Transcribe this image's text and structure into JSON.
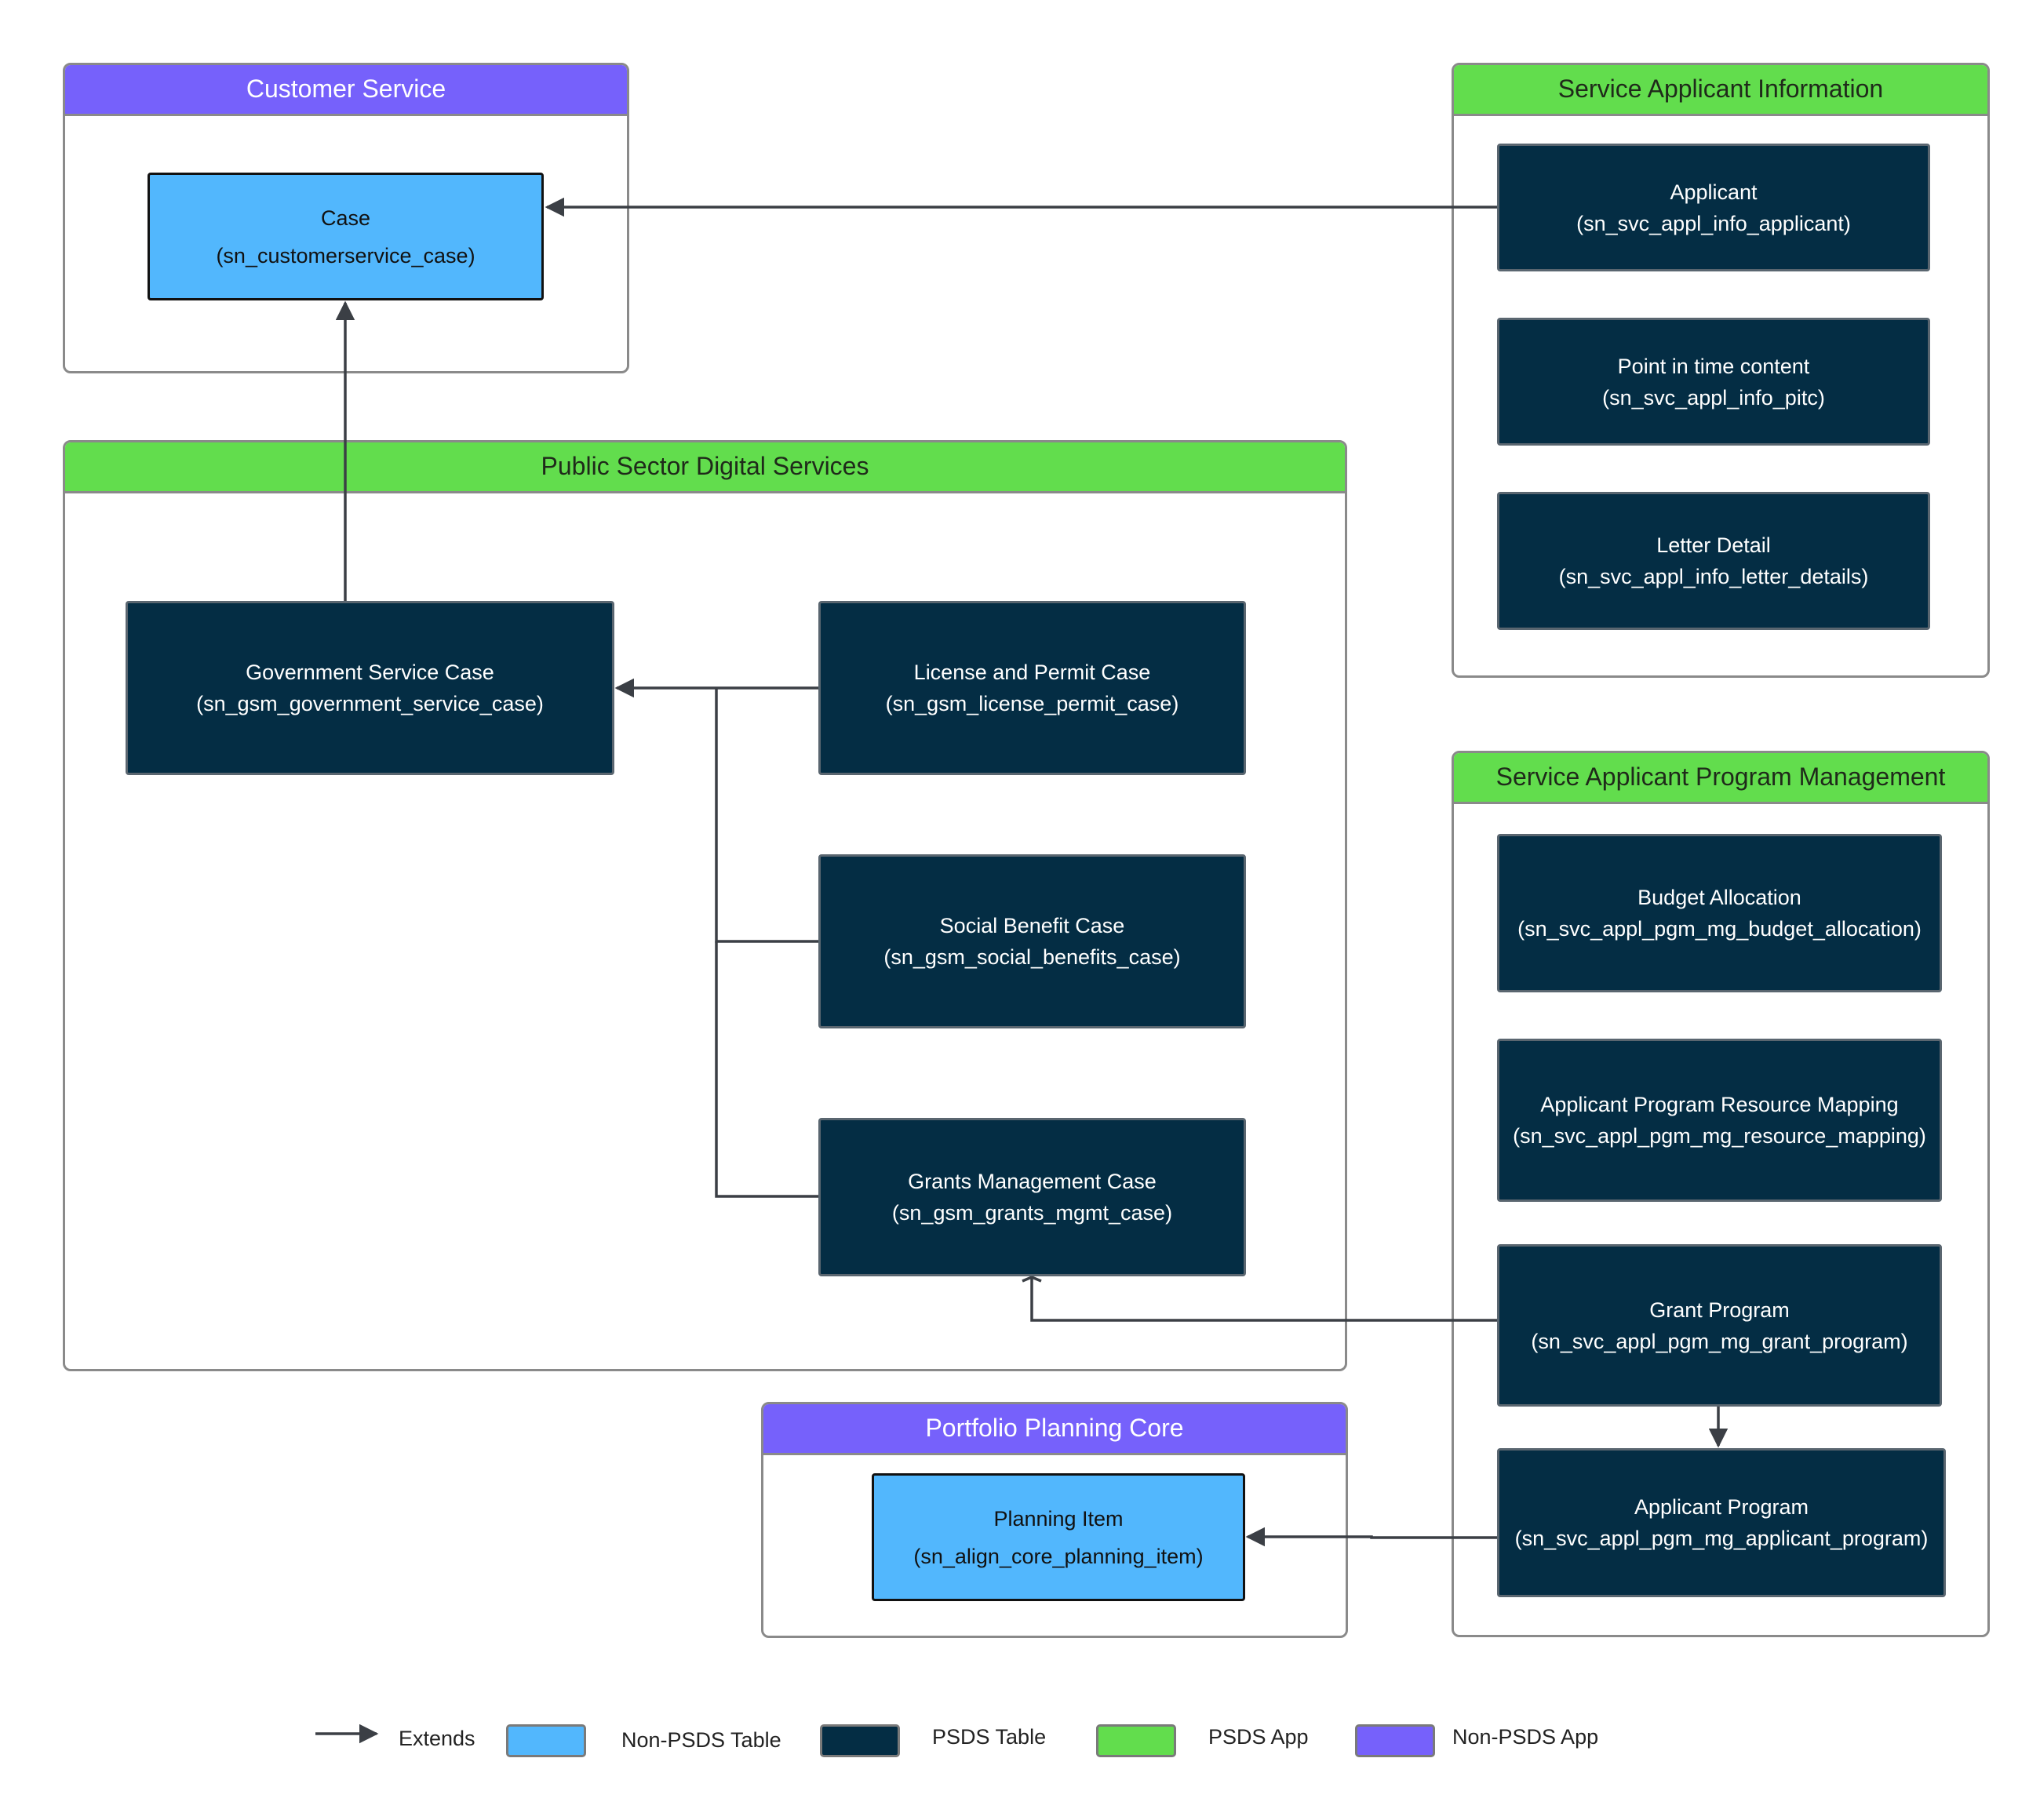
{
  "groups": {
    "customer_service": "Customer Service",
    "applicant_info": "Service Applicant Information",
    "psds": "Public Sector Digital Services",
    "program_mgmt": "Service Applicant Program Management",
    "portfolio": "Portfolio Planning Core"
  },
  "nodes": {
    "case": {
      "name": "Case",
      "table": "(sn_customerservice_case)"
    },
    "applicant": {
      "name": "Applicant",
      "table": "(sn_svc_appl_info_applicant)"
    },
    "pitc": {
      "name": "Point in time content",
      "table": "(sn_svc_appl_info_pitc)"
    },
    "letter": {
      "name": "Letter Detail",
      "table": "(sn_svc_appl_info_letter_details)"
    },
    "gov_case": {
      "name": "Government Service Case",
      "table": "(sn_gsm_government_service_case)"
    },
    "license_case": {
      "name": "License and Permit Case",
      "table": "(sn_gsm_license_permit_case)"
    },
    "social_case": {
      "name": "Social Benefit Case",
      "table": "(sn_gsm_social_benefits_case)"
    },
    "grants_case": {
      "name": "Grants Management Case",
      "table": "(sn_gsm_grants_mgmt_case)"
    },
    "budget": {
      "name": "Budget Allocation",
      "table": "(sn_svc_appl_pgm_mg_budget_allocation)"
    },
    "resource": {
      "name": "Applicant Program Resource Mapping",
      "table": "(sn_svc_appl_pgm_mg_resource_mapping)"
    },
    "grant_program": {
      "name": "Grant Program",
      "table": "(sn_svc_appl_pgm_mg_grant_program)"
    },
    "applicant_program": {
      "name": "Applicant Program",
      "table": "(sn_svc_appl_pgm_mg_applicant_program)"
    },
    "planning": {
      "name": "Planning Item",
      "table": "(sn_align_core_planning_item)"
    }
  },
  "legend": {
    "extends": "Extends",
    "non_psds_table": "Non-PSDS Table",
    "psds_table": "PSDS Table",
    "psds_app": "PSDS App",
    "non_psds_app": "Non-PSDS App"
  },
  "colors": {
    "non_psds_table": "#52b7fd",
    "psds_table": "#042d44",
    "psds_app": "#62dd4d",
    "non_psds_app": "#7661fb",
    "connector": "#3b3f45"
  }
}
